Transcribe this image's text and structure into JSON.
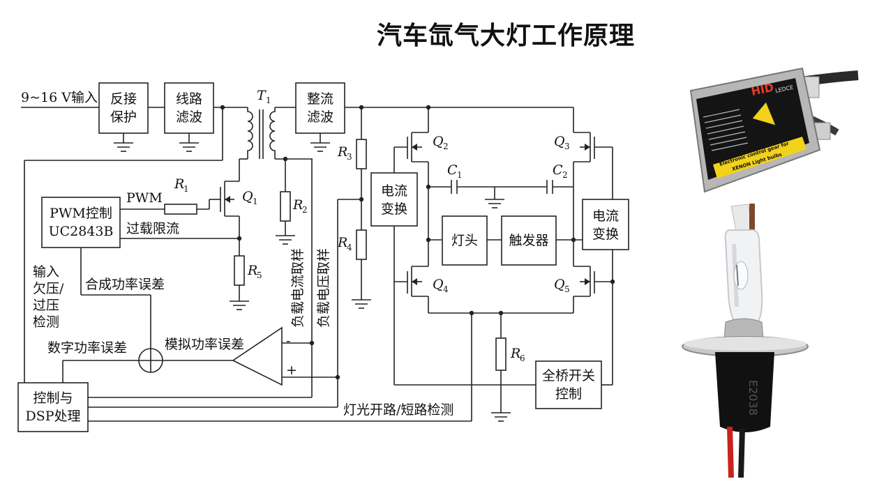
{
  "title": "汽车氙气大灯工作原理",
  "diagram": {
    "input": "9~16 V输入",
    "blocks": {
      "reverse_protect": [
        "反接",
        "保护"
      ],
      "line_filter": [
        "线路",
        "滤波"
      ],
      "rectify_filter": [
        "整流",
        "滤波"
      ],
      "pwm_ctrl": [
        "PWM控制",
        "UC2843B"
      ],
      "current_conv_left": [
        "电流",
        "变换"
      ],
      "current_conv_right": [
        "电流",
        "变换"
      ],
      "lamp_head": "灯头",
      "trigger": "触发器",
      "full_bridge": [
        "全桥开关",
        "控制"
      ],
      "dsp": [
        "控制与",
        "DSP处理"
      ]
    },
    "labels": {
      "pwm": "PWM",
      "overload": "过载限流",
      "input_detect": [
        "输入",
        "欠压/",
        "过压",
        "检测"
      ],
      "synth_error": "合成功率误差",
      "digital_error": "数字功率误差",
      "analog_error": "模拟功率误差",
      "load_current": "负载电流取样",
      "load_voltage": "负载电压取样",
      "open_short": "灯光开路/短路检测",
      "minus": "-",
      "plus": "+"
    },
    "components": {
      "T": "T",
      "T_sub": "1",
      "R1": "R",
      "R1_sub": "1",
      "R2": "R",
      "R2_sub": "2",
      "R3": "R",
      "R3_sub": "3",
      "R4": "R",
      "R4_sub": "4",
      "R5": "R",
      "R5_sub": "5",
      "R6": "R",
      "R6_sub": "6",
      "Q1": "Q",
      "Q1_sub": "1",
      "Q2": "Q",
      "Q2_sub": "2",
      "Q3": "Q",
      "Q3_sub": "3",
      "Q4": "Q",
      "Q4_sub": "4",
      "Q5": "Q",
      "Q5_sub": "5",
      "C1": "C",
      "C1_sub": "1",
      "C2": "C",
      "C2_sub": "2"
    }
  },
  "ballast_photo": {
    "brand": "HID",
    "cert": "LEDCE",
    "warning_text": [
      "Electronic control gear for",
      "XENON Light bulbs"
    ]
  },
  "bulb_photo": {
    "marking": "E2038"
  }
}
